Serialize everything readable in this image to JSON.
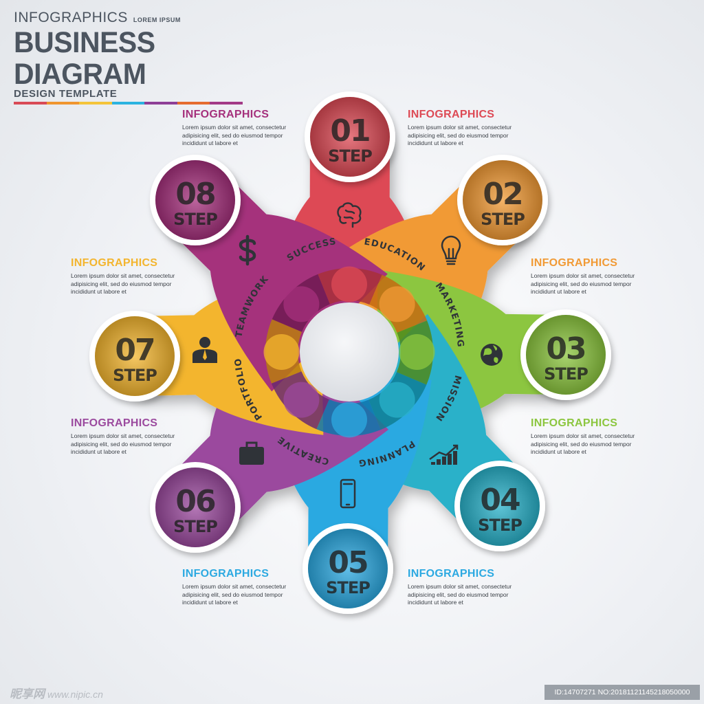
{
  "header": {
    "title_small": "INFOGRAPHICS",
    "title_small_tag": "LOREM IPSUM",
    "title_main": "BUSINESS DIAGRAM",
    "subtitle": "DESIGN TEMPLATE",
    "bar_colors": [
      "#d94a56",
      "#f0952f",
      "#f4c43a",
      "#2cb3e0",
      "#8e3f97",
      "#e56c2f",
      "#a33a87"
    ]
  },
  "steps": [
    {
      "number": "01",
      "label": "STEP",
      "category": "EDUCATION",
      "icon": "brain-icon",
      "color": "#dd4a55",
      "dark": "#a8303a"
    },
    {
      "number": "02",
      "label": "STEP",
      "category": "MARKETING",
      "icon": "lightbulb-icon",
      "color": "#f19a35",
      "dark": "#c46a12"
    },
    {
      "number": "03",
      "label": "STEP",
      "category": "MISSION",
      "icon": "globe-icon",
      "color": "#8cc63f",
      "dark": "#4f8a1c"
    },
    {
      "number": "04",
      "label": "STEP",
      "category": "PLANNING",
      "icon": "chart-icon",
      "color": "#29b1c9",
      "dark": "#0f7f93"
    },
    {
      "number": "05",
      "label": "STEP",
      "category": "CREATIVE",
      "icon": "phone-icon",
      "color": "#2ca9e1",
      "dark": "#0f76aa"
    },
    {
      "number": "06",
      "label": "STEP",
      "category": "PORTFOLIO",
      "icon": "briefcase-icon",
      "color": "#9b4a9e",
      "dark": "#6a2a6f"
    },
    {
      "number": "07",
      "label": "STEP",
      "category": "TEAMWORK",
      "icon": "person-icon",
      "color": "#f3b52f",
      "dark": "#b97c0f"
    },
    {
      "number": "08",
      "label": "STEP",
      "category": "SUCCESS",
      "icon": "dollar-icon",
      "color": "#a5307c",
      "dark": "#6e1a52"
    }
  ],
  "info_blocks": [
    {
      "title": "INFOGRAPHICS",
      "text": "Lorem ipsum dolor sit amet, consectetur adipisicing elit, sed do eiusmod tempor incididunt ut labore et",
      "color": "#a5307c"
    },
    {
      "title": "INFOGRAPHICS",
      "text": "Lorem ipsum dolor sit amet, consectetur adipisicing elit, sed do eiusmod tempor incididunt ut labore et",
      "color": "#dd4a55"
    },
    {
      "title": "INFOGRAPHICS",
      "text": "Lorem ipsum dolor sit amet, consectetur adipisicing elit, sed do eiusmod tempor incididunt ut labore et",
      "color": "#f3b52f"
    },
    {
      "title": "INFOGRAPHICS",
      "text": "Lorem ipsum dolor sit amet, consectetur adipisicing elit, sed do eiusmod tempor incididunt ut labore et",
      "color": "#f19a35"
    },
    {
      "title": "INFOGRAPHICS",
      "text": "Lorem ipsum dolor sit amet, consectetur adipisicing elit, sed do eiusmod tempor incididunt ut labore et",
      "color": "#9b4a9e"
    },
    {
      "title": "INFOGRAPHICS",
      "text": "Lorem ipsum dolor sit amet, consectetur adipisicing elit, sed do eiusmod tempor incididunt ut labore et",
      "color": "#8cc63f"
    },
    {
      "title": "INFOGRAPHICS",
      "text": "Lorem ipsum dolor sit amet, consectetur adipisicing elit, sed do eiusmod tempor incididunt ut labore et",
      "color": "#2ca9e1"
    },
    {
      "title": "INFOGRAPHICS",
      "text": "Lorem ipsum dolor sit amet, consectetur adipisicing elit, sed do eiusmod tempor incididunt ut labore et",
      "color": "#2ca9e1"
    }
  ],
  "watermark": {
    "brand": "昵享网",
    "url": "www.nipic.cn"
  },
  "image_id": "ID:14707271 NO:20181121145218050000"
}
